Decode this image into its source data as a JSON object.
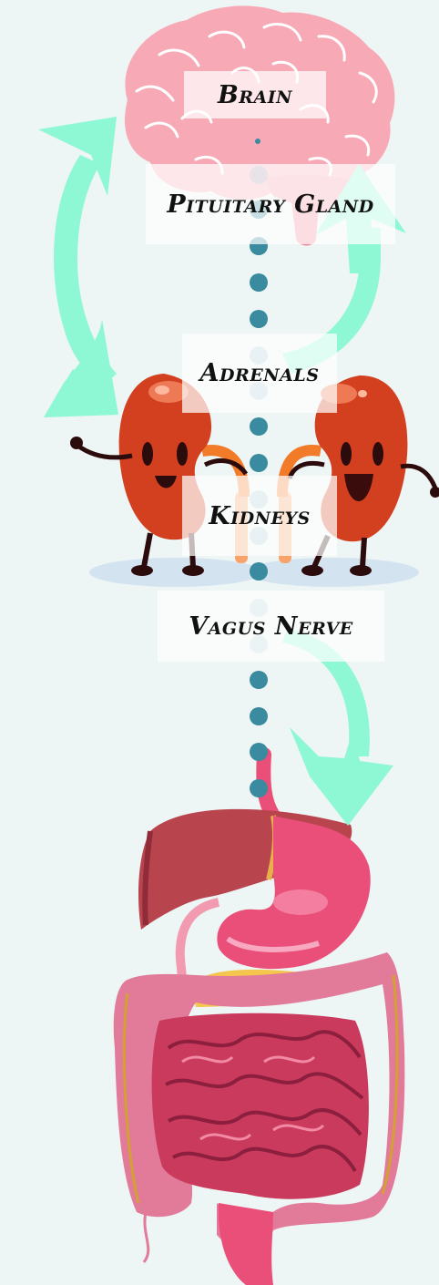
{
  "labels": {
    "brain": "Brain",
    "pituitary": "Pituitary Gland",
    "adrenals": "Adrenals",
    "kidneys": "Kidneys",
    "vagus": "Vagus Nerve"
  },
  "colors": {
    "background": "#edf5f5",
    "arrow": "#8ef7d4",
    "dots": "#3a8aa0",
    "brain": "#f7a9b5",
    "kidney": "#d2401f",
    "stomach": "#e94f78",
    "liver": "#b8454e",
    "intestine": "#c93a5c",
    "colon": "#e27a9a"
  }
}
